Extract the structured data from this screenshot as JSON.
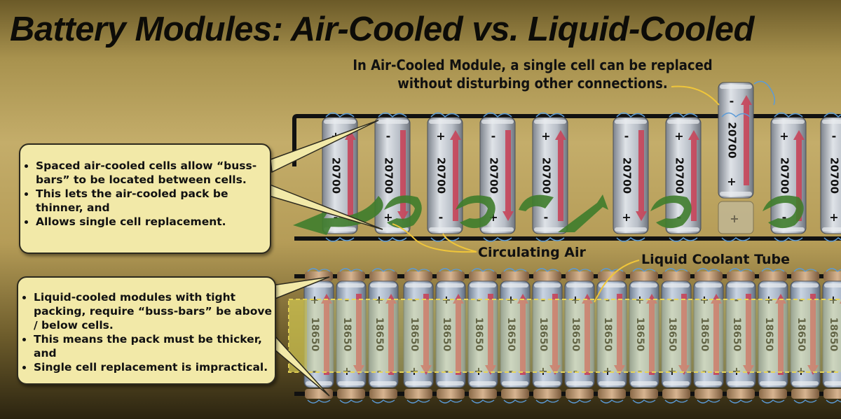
{
  "title": "Battery Modules: Air-Cooled vs. Liquid-Cooled",
  "note": {
    "line1": "In Air-Cooled Module, a single cell can be replaced",
    "line2": "without disturbing other connections."
  },
  "callout_air": {
    "items": [
      "Spaced air-cooled cells allow “buss-bars” to be located between cells.",
      "This lets the air-cooled pack be thinner, and",
      "Allows single cell replacement."
    ]
  },
  "callout_liquid": {
    "items": [
      "Liquid-cooled modules with tight packing, require “buss-bars” be above / below cells.",
      "This means the pack must be thicker, and",
      "Single cell replacement is impractical."
    ]
  },
  "labels": {
    "circulating_air": "Circulating Air",
    "liquid_coolant_tube": "Liquid Coolant Tube"
  },
  "air_cells": {
    "model": "20700",
    "plus": "+",
    "minus": "-",
    "count": 10,
    "replaced_index": 7
  },
  "liquid_cells": {
    "model": "18650",
    "plus": "+",
    "minus": "-",
    "count": 17
  },
  "colors": {
    "cell_body": "#b9bfc8",
    "arrow": "#c8455a",
    "air_swirl": "#3f7d2c",
    "coolant_tube": "#c9cf8a",
    "callout_fill": "#f2e9a8",
    "leader": "#f0c63a"
  }
}
